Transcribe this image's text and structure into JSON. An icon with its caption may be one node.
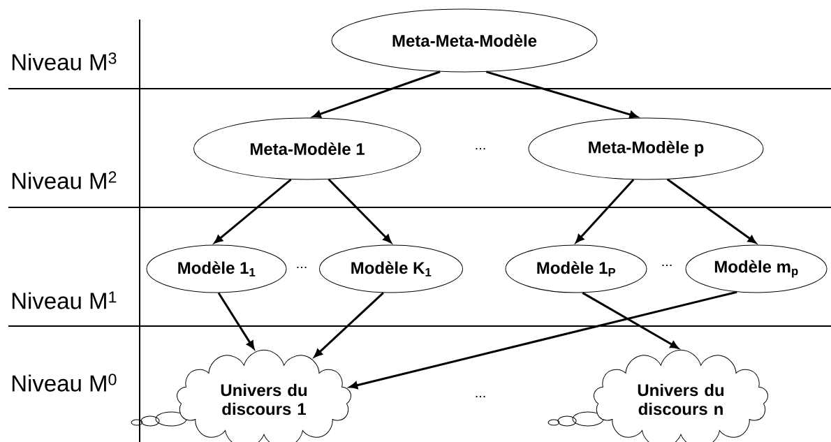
{
  "diagram": {
    "nodes": [
      {
        "text": [
          "Meta-Meta-Modèle"
        ]
      },
      {
        "text": [
          "Meta-Modèle 1"
        ]
      },
      {
        "text": [
          "Meta-Modèle p"
        ]
      },
      {
        "text": [
          "Modèle 1$_{1}$"
        ]
      },
      {
        "text": [
          "Modèle K$_{1}$"
        ]
      },
      {
        "text": [
          "Modèle 1$_{P}$"
        ]
      },
      {
        "text": [
          "Modèle m$_{p}$"
        ]
      },
      {
        "text": [
          "Univers du discours 1"
        ]
      },
      {
        "text": [
          "Univers du discours n"
        ]
      }
    ],
    "edges": [
      {
        "from": 0,
        "to": 1,
        "arrow": "to"
      },
      {
        "from": 0,
        "to": 2,
        "arrow": "to"
      },
      {
        "from": 1,
        "to": 3,
        "arrow": "to"
      },
      {
        "from": 1,
        "to": 4,
        "arrow": "to"
      },
      {
        "from": 2,
        "to": 5,
        "arrow": "to"
      },
      {
        "from": 2,
        "to": 6,
        "arrow": "to"
      },
      {
        "from": 3,
        "to": 7,
        "arrow": "to"
      },
      {
        "from": 4,
        "to": 7,
        "arrow": "to"
      },
      {
        "from": 6,
        "to": 7,
        "arrow": "to"
      },
      {
        "from": 5,
        "to": 8,
        "arrow": "to"
      }
    ],
    "labels": [
      "Niveau M$^{3}$",
      "Niveau M$^{2}$",
      "...",
      "Niveau M$^{1}$",
      "...",
      "...",
      "Niveau M$^{0}$",
      "..."
    ]
  }
}
